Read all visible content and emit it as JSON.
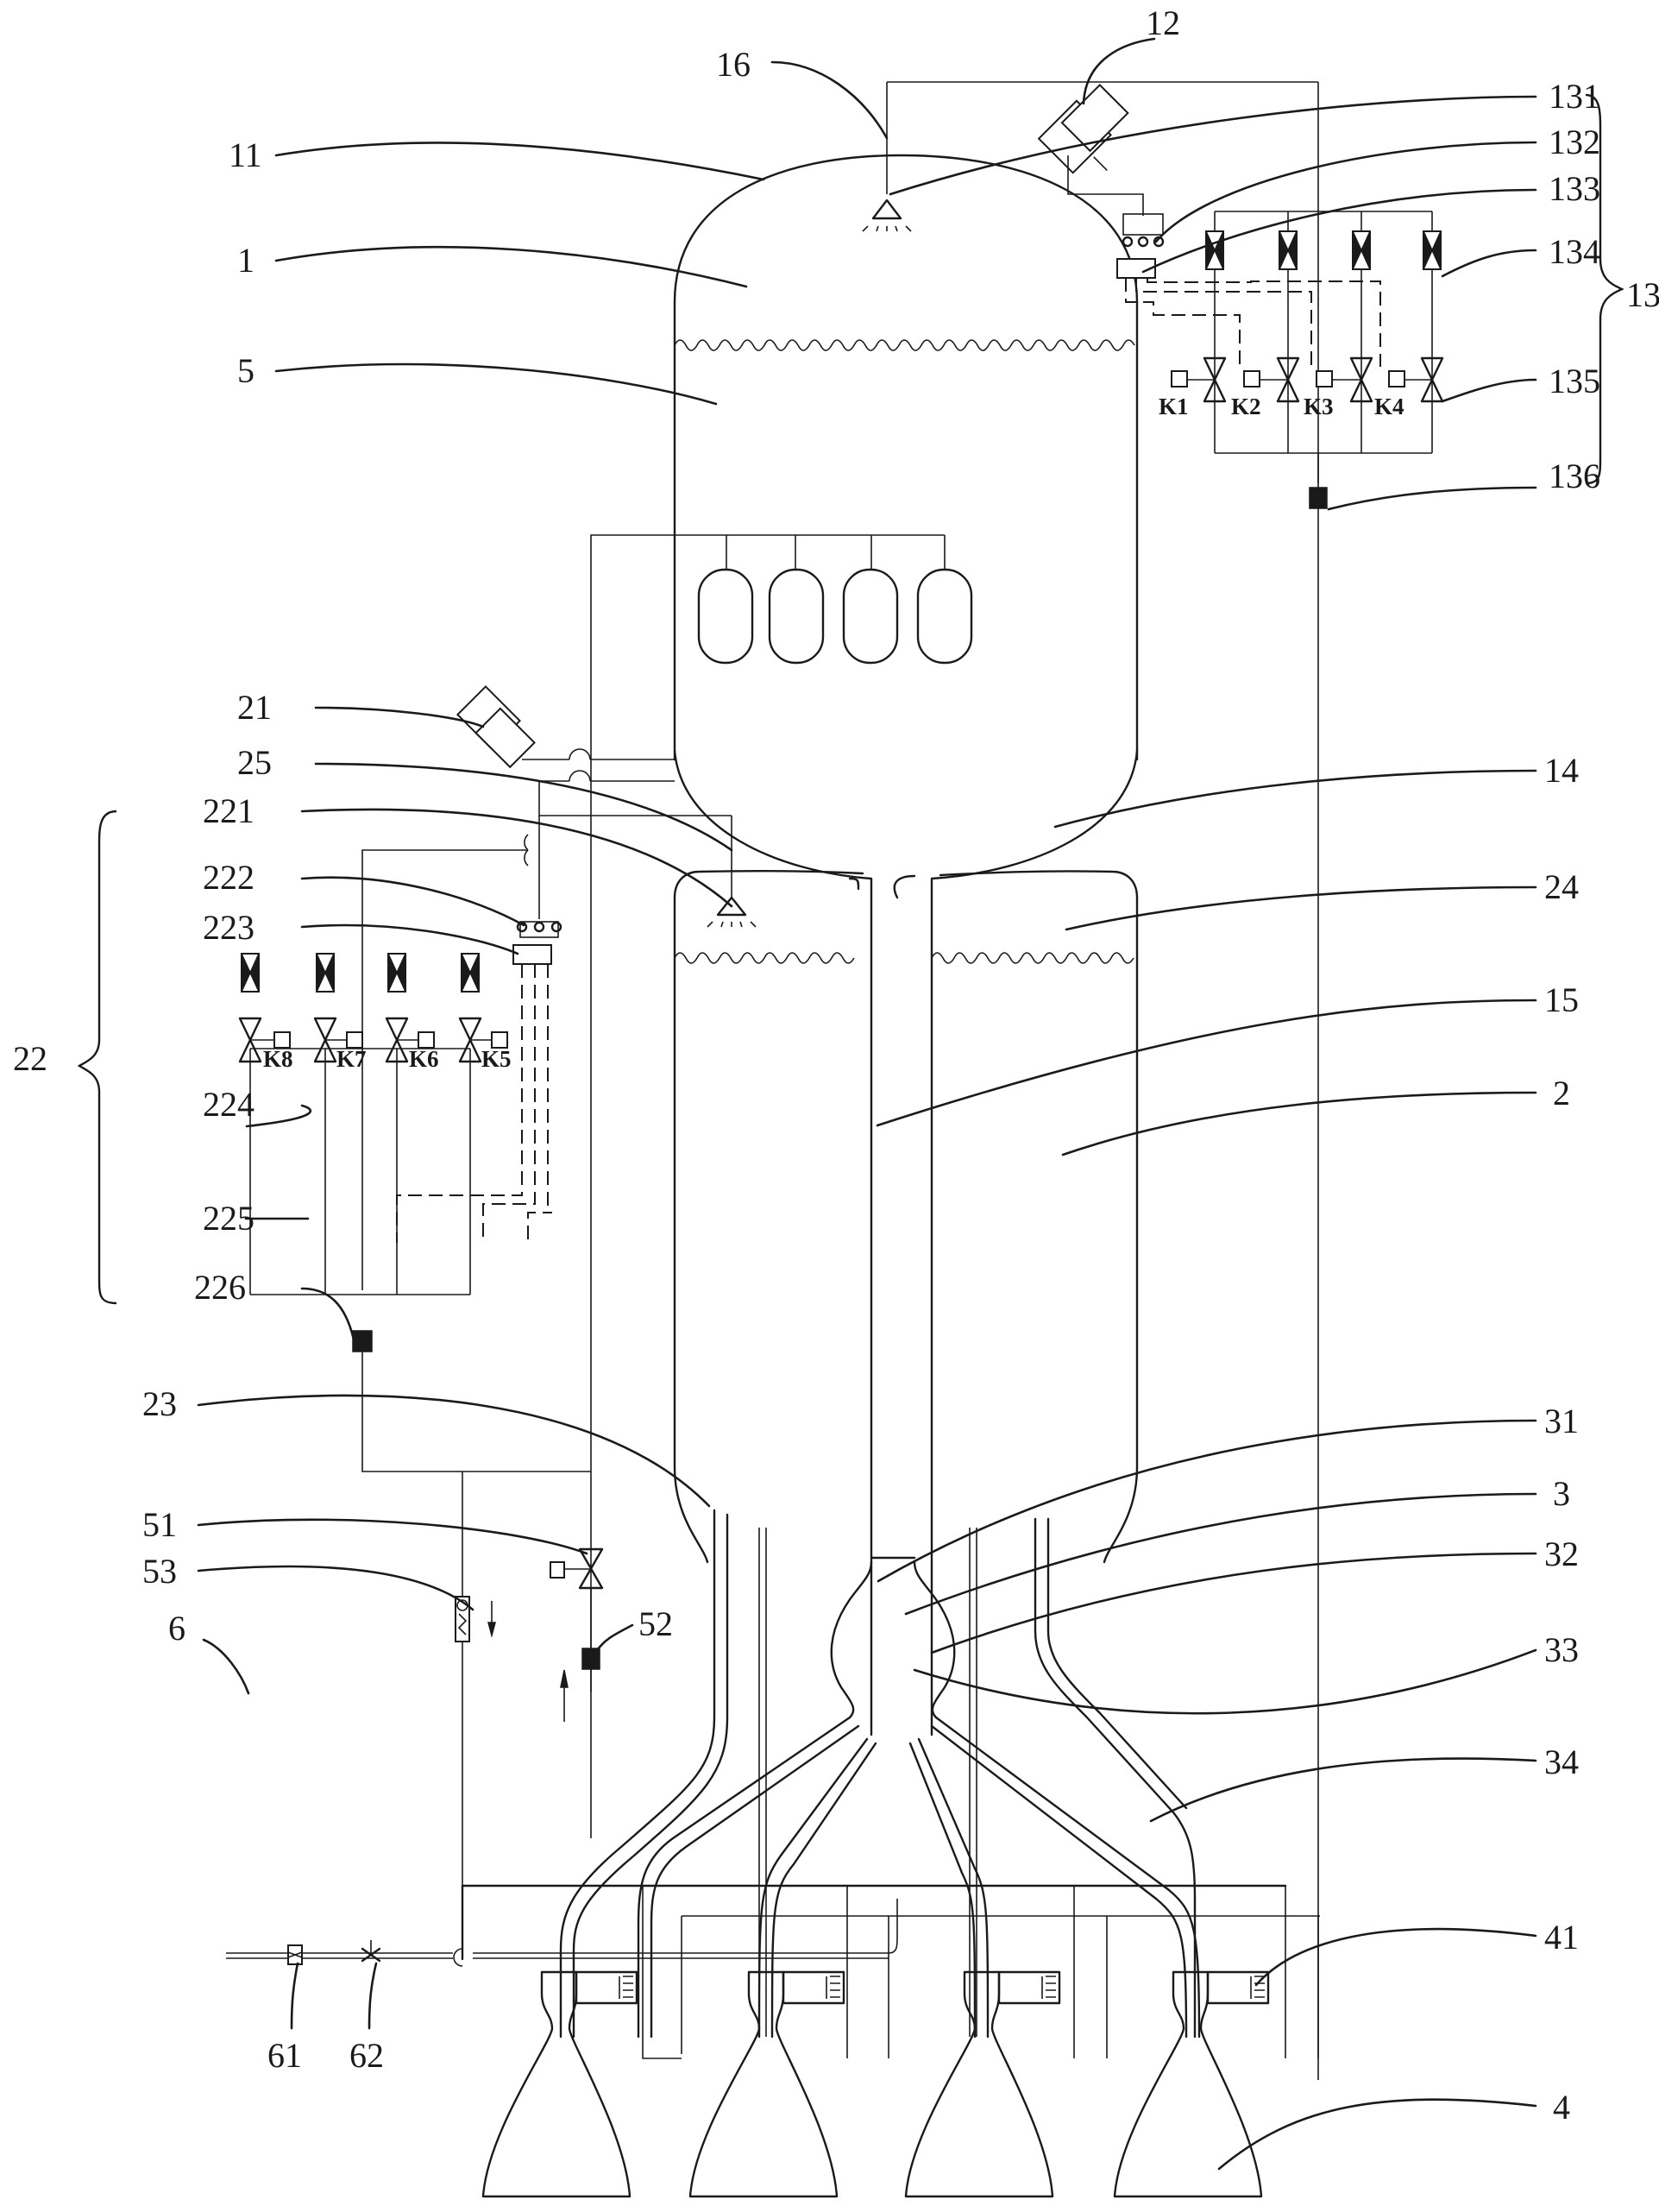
{
  "diagram": {
    "type": "patent-schematic",
    "line_color": "#1a1a1a",
    "background": "#ffffff",
    "labels": {
      "l16": "16",
      "l12": "12",
      "l131": "131",
      "l132": "132",
      "l133": "133",
      "l134": "134",
      "l13": "13",
      "l135": "135",
      "l136": "136",
      "l11": "11",
      "l1": "1",
      "l5": "5",
      "l21": "21",
      "l25": "25",
      "l221": "221",
      "l222": "222",
      "l223": "223",
      "l22": "22",
      "l224": "224",
      "l225": "225",
      "l226": "226",
      "l14": "14",
      "l24": "24",
      "l15": "15",
      "l2": "2",
      "l23": "23",
      "l31": "31",
      "l3": "3",
      "l32": "32",
      "l51": "51",
      "l53": "53",
      "l52": "52",
      "l33": "33",
      "l34": "34",
      "l6": "6",
      "l61": "61",
      "l62": "62",
      "l41": "41",
      "l4": "4"
    },
    "upper_valves": [
      "K1",
      "K2",
      "K3",
      "K4"
    ],
    "lower_valves": [
      "K8",
      "K7",
      "K6",
      "K5"
    ]
  }
}
